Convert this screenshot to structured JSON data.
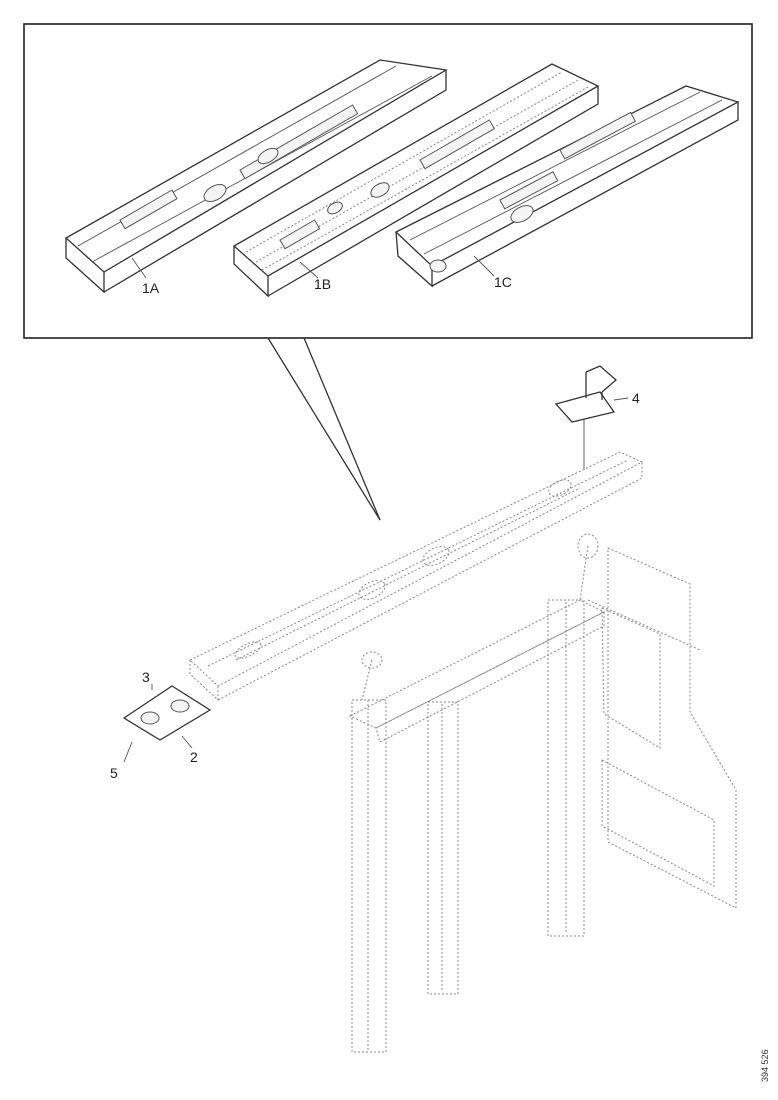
{
  "callouts": {
    "part_1a": "1A",
    "part_1b": "1B",
    "part_1c": "1C",
    "part_2": "2",
    "part_3": "3",
    "part_4": "4",
    "part_5": "5"
  },
  "figure_code": "394 526"
}
